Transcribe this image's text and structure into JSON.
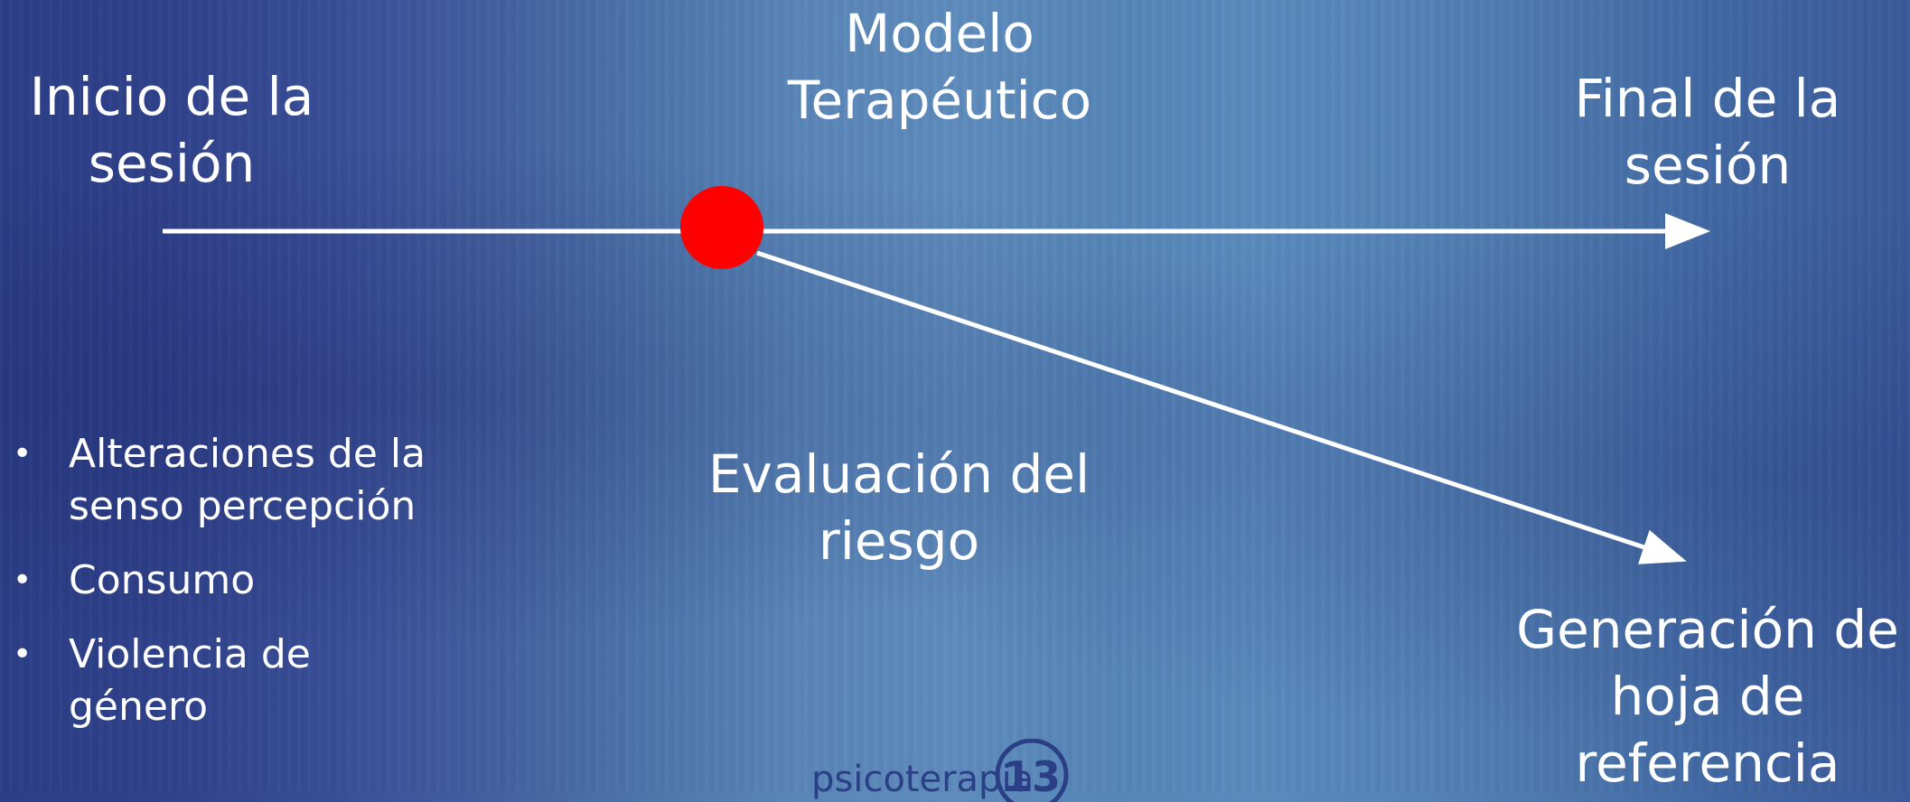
{
  "nodes": {
    "start": "Inicio de la\nsesión",
    "model": "Modelo\nTerapéutico",
    "end": "Final de la\nsesión",
    "risk": "Evaluación del\nriesgo",
    "referral": "Generación de\nhoja de\nreferencia"
  },
  "bullets": [
    "Alteraciones de la\nsenso percepción",
    "Consumo",
    "Violencia de\ngénero"
  ],
  "logo": {
    "text": "psicoterapia",
    "number": "13"
  },
  "colors": {
    "line": "#ffffff",
    "node": "#ff0000",
    "logo": "#2b3f86"
  }
}
